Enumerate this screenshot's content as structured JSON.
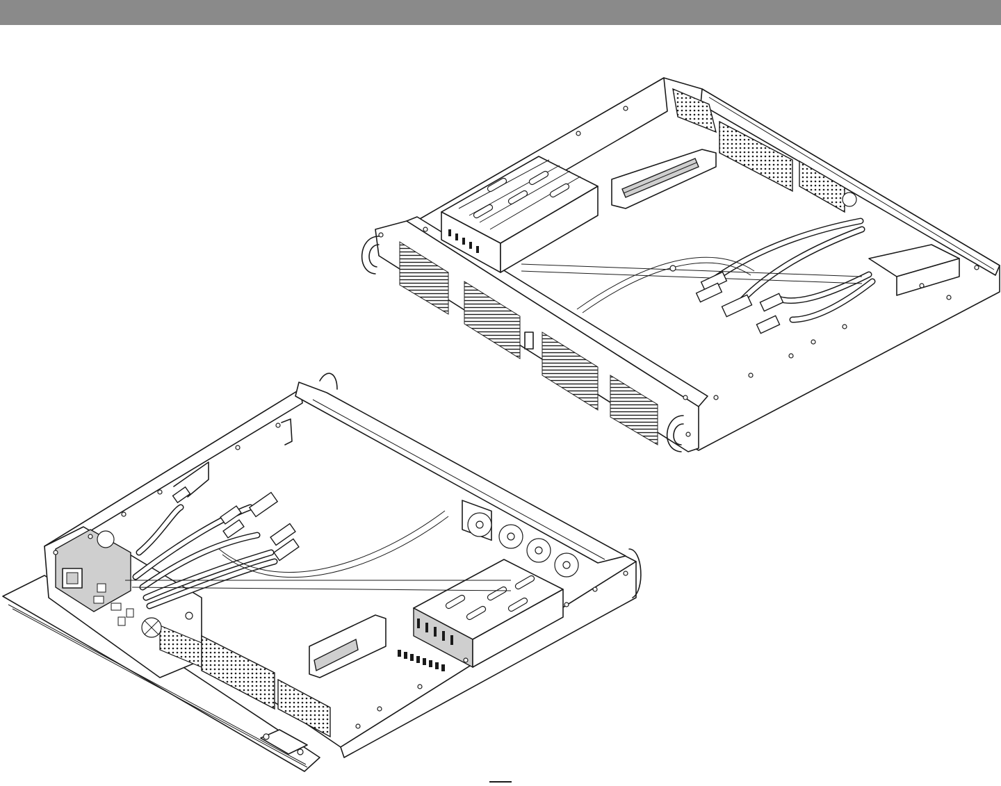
{
  "page": {
    "header_bar_color": "#8a8a8a",
    "line_color": "#1a1a1a",
    "shade_color": "#cfcfcf"
  },
  "figures": [
    {
      "id": "chassis-upper-view",
      "icon": "rack-chassis-open-top"
    },
    {
      "id": "chassis-lower-view",
      "icon": "rack-chassis-open-top-rotated"
    }
  ]
}
